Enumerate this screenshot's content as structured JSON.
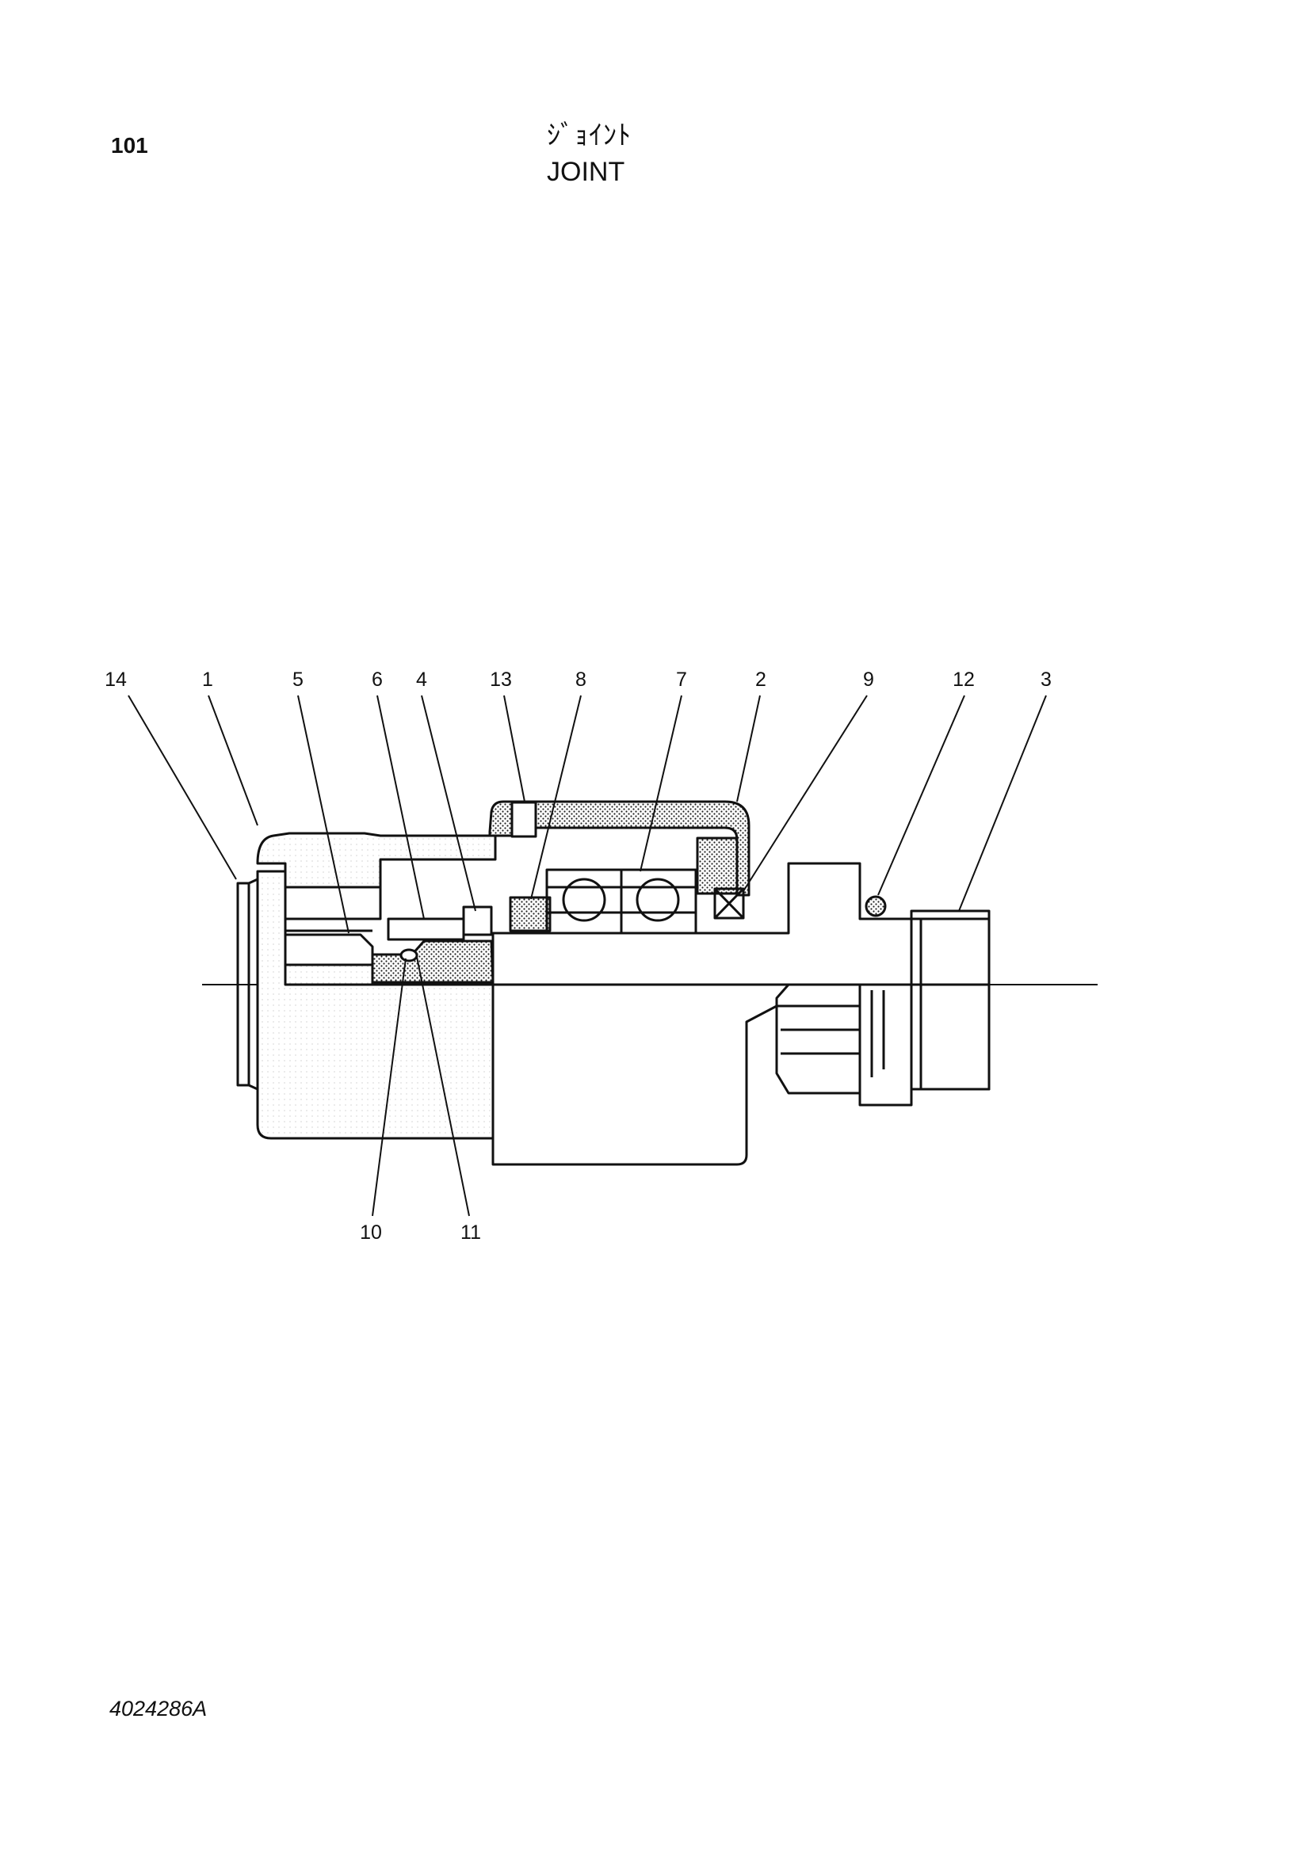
{
  "header": {
    "page_number": "101",
    "title_jp": "ｼﾞｮｲﾝﾄ",
    "title_en": "JOINT"
  },
  "footer": {
    "drawing_number": "4024286A"
  },
  "callouts": {
    "c14": "14",
    "c1": "1",
    "c5": "5",
    "c6": "6",
    "c4": "4",
    "c13": "13",
    "c8": "8",
    "c7": "7",
    "c2": "2",
    "c9": "9",
    "c12": "12",
    "c3": "3",
    "c10": "10",
    "c11": "11"
  }
}
